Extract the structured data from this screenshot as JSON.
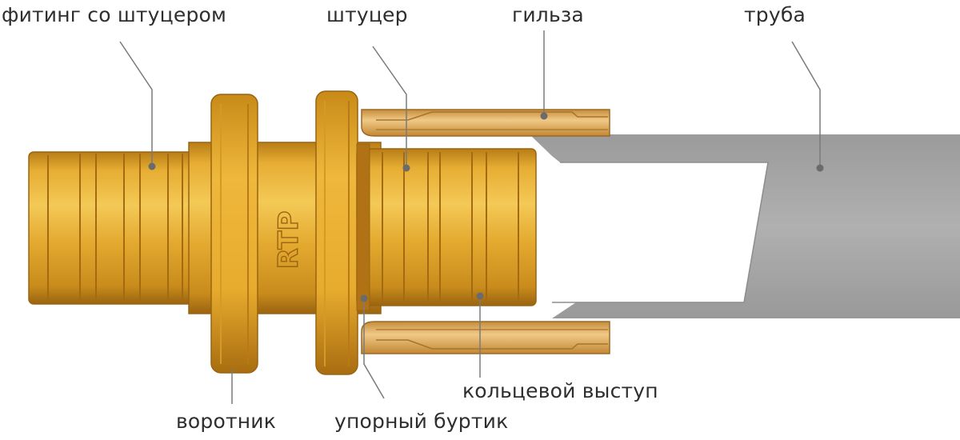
{
  "labels": {
    "fitting": "фитинг со штуцером",
    "nipple": "штуцер",
    "sleeve": "гильза",
    "pipe": "труба",
    "collar": "воротник",
    "stop_bead": "упорный буртик",
    "ring_ridge": "кольцевой выступ"
  },
  "brand_mark": "RTP",
  "colors": {
    "brass_light": "#f1c24a",
    "brass_mid": "#dca02a",
    "brass_dark": "#9a6410",
    "pipe": "#a9a9a9",
    "leader": "#7a7a7a",
    "text": "#2e2e2e"
  }
}
